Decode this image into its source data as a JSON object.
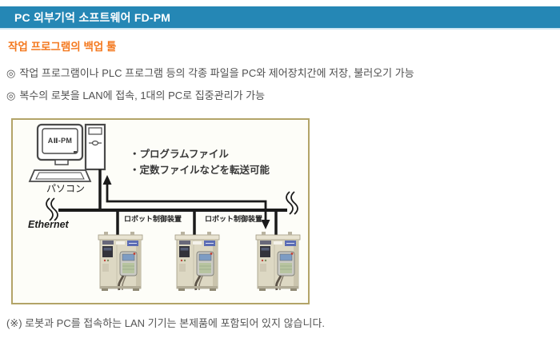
{
  "header": {
    "title": "PC 외부기억 소프트웨어 FD-PM",
    "bg_color": "#2587b5",
    "text_color": "#ffffff"
  },
  "subtitle": {
    "text": "작업 프로그램의 백업 툴",
    "color": "#f4791f"
  },
  "features": [
    {
      "bullet": "◎",
      "text": "작업 프로그램이나 PLC 프로그램 등의 각종 파일을 PC와 제어장치간에 저장, 불러오기 가능"
    },
    {
      "bullet": "◎",
      "text": "복수의 로봇을 LAN에 접속, 1대의 PC로 집중관리가 가능"
    }
  ],
  "diagram": {
    "pc_screen_text": "AⅡ-PM",
    "pc_label": "パソコン",
    "annotations": [
      "・プログラムファイル",
      "・定数ファイルなどを転送可能"
    ],
    "network_label": "Ethernet",
    "controller_labels": [
      "ロボット制御装置",
      "ロボット制御装置"
    ],
    "border_color": "#b3a468",
    "line_color": "#1a1a1a"
  },
  "note": {
    "text": "(※) 로봇과 PC를 접속하는 LAN 기기는 본제품에 포함되어 있지 않습니다."
  }
}
